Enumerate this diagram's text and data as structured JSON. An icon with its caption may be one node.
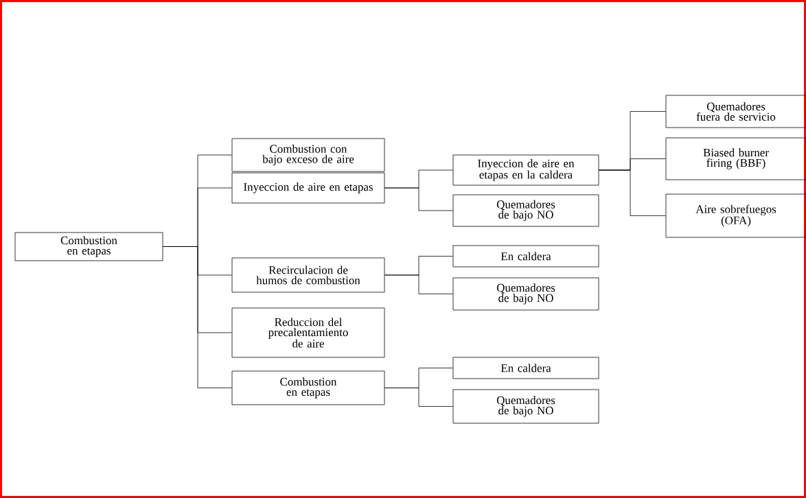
{
  "diagram": {
    "nodes": [
      {
        "text": [
          "Combustion en etapas"
        ]
      },
      {
        "text": [
          "Combustion con bajo exceso de aire"
        ]
      },
      {
        "text": [
          "Inyeccion de aire en etapas"
        ]
      },
      {
        "text": [
          "Recirculacion de humos de combustion"
        ]
      },
      {
        "text": [
          "Reduccion del precalentamiento de aire"
        ]
      },
      {
        "text": [
          "Combustion en etapas"
        ]
      },
      {
        "text": [
          "Inyeccion de aire en etapas en la caldera"
        ]
      },
      {
        "text": [
          "Quemadores de bajo NO"
        ]
      },
      {
        "text": [
          "En caldera"
        ]
      },
      {
        "text": [
          "Quemadores de bajo NO"
        ]
      },
      {
        "text": [
          "En caldera"
        ]
      },
      {
        "text": [
          "Quemadores de bajo NO"
        ]
      },
      {
        "text": [
          "Quemadores fuera de servicio"
        ]
      },
      {
        "text": [
          "Biased burner firing (BBF)"
        ]
      },
      {
        "text": [
          "Aire sobrefuegos (OFA)"
        ]
      }
    ],
    "edges": [
      {
        "from": 0,
        "to": 1,
        "arrow": "none"
      },
      {
        "from": 0,
        "to": 2,
        "arrow": "none"
      },
      {
        "from": 0,
        "to": 3,
        "arrow": "none"
      },
      {
        "from": 0,
        "to": 4,
        "arrow": "none"
      },
      {
        "from": 0,
        "to": 5,
        "arrow": "none"
      },
      {
        "from": 2,
        "to": 6,
        "arrow": "none"
      },
      {
        "from": 2,
        "to": 7,
        "arrow": "none"
      },
      {
        "from": 3,
        "to": 8,
        "arrow": "none"
      },
      {
        "from": 3,
        "to": 9,
        "arrow": "none"
      },
      {
        "from": 5,
        "to": 10,
        "arrow": "none"
      },
      {
        "from": 5,
        "to": 11,
        "arrow": "none"
      },
      {
        "from": 6,
        "to": 12,
        "arrow": "none"
      },
      {
        "from": 6,
        "to": 13,
        "arrow": "none"
      },
      {
        "from": 6,
        "to": 14,
        "arrow": "none"
      }
    ]
  }
}
